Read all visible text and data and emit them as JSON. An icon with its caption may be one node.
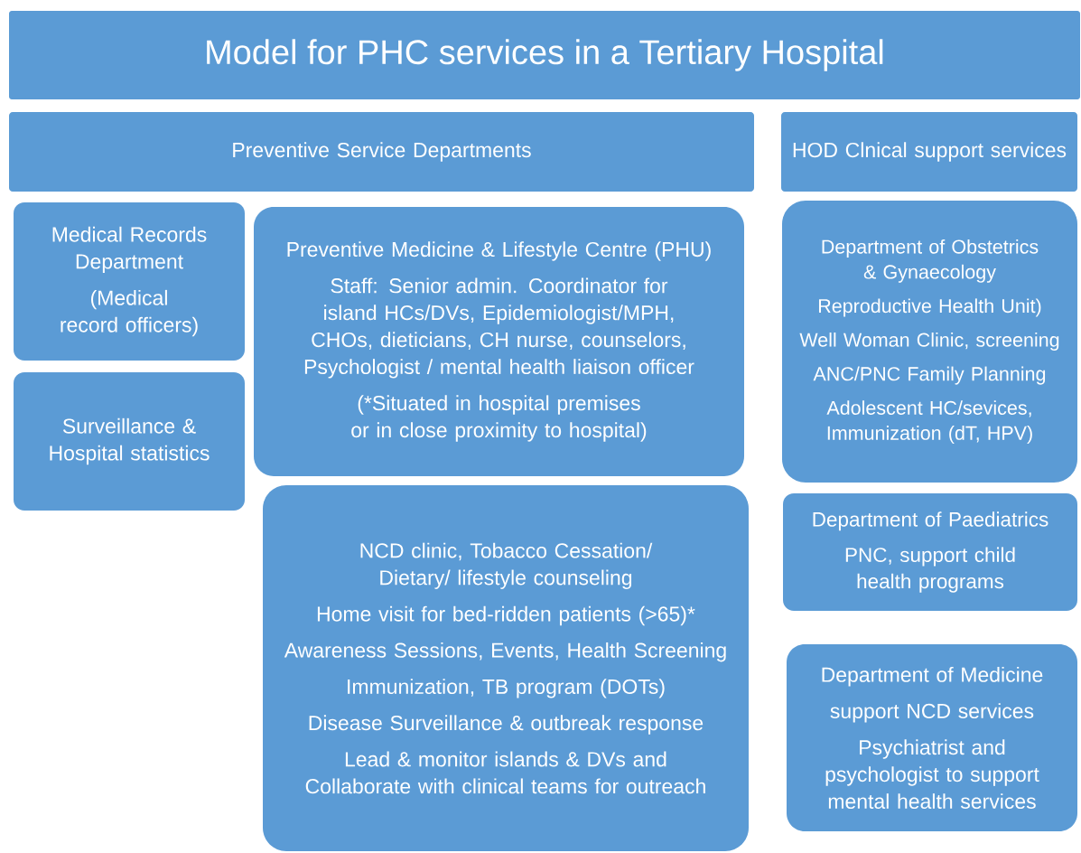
{
  "diagram": {
    "title": "Model for PHC services in a Tertiary Hospital",
    "nodes": [
      {
        "text": [
          "Preventive Service Departments"
        ]
      },
      {
        "text": [
          "HOD Clnical support services"
        ]
      },
      {
        "text": [
          "Medical Records Department",
          "(Medical record officers)"
        ]
      },
      {
        "text": [
          "Surveillance & Hospital statistics"
        ]
      },
      {
        "text": [
          "Preventive Medicine & Lifestyle Centre (PHU)",
          "Staff: Senior admin. Coordinator for island HCs/DVs, Epidemiologist/MPH, CHOs, dieticians, CH nurse, counselors, Psychologist / mental health liaison officer",
          "(*Situated in hospital premises or in close proximity to hospital)"
        ]
      },
      {
        "text": [
          "NCD clinic, Tobacco Cessation/ Dietary/ lifestyle counseling",
          "Home visit for bed-ridden patients (>65)*",
          "Awareness Sessions, Events, Health Screening",
          "Immunization, TB program (DOTs)",
          "Disease Surveillance & outbreak response",
          "Lead & monitor islands & DVs and Collaborate with clinical teams for outreach"
        ]
      },
      {
        "text": [
          "Department of Obstetrics & Gynaecology",
          "Reproductive Health Unit)",
          "Well Woman Clinic, screening",
          "ANC/PNC Family Planning",
          "Adolescent HC/sevices, Immunization (dT, HPV)"
        ]
      },
      {
        "text": [
          "Department of Paediatrics",
          "PNC, support child health programs"
        ]
      },
      {
        "text": [
          "Department of Medicine",
          "support NCD services",
          "Psychiatrist  and psychologist to support mental health services"
        ]
      }
    ],
    "edges": []
  }
}
